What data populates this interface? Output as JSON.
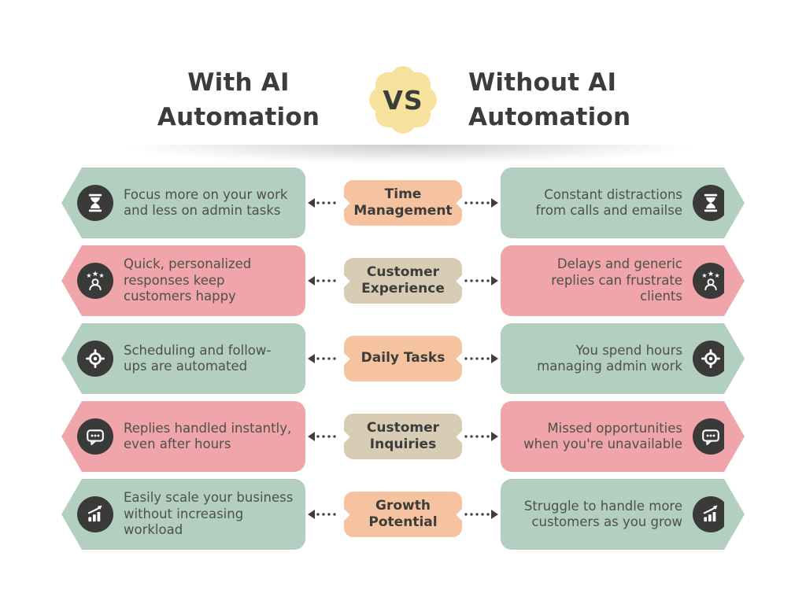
{
  "header": {
    "left_title": "With AI Automation",
    "vs_label": "VS",
    "right_title": "Without AI Automation"
  },
  "colors": {
    "green": "#b2cfc1",
    "pink": "#f0a5aa",
    "peach": "#f6c3a0",
    "taupe": "#d8ccb5",
    "yellow": "#f6e29c",
    "icon_bg": "#3a3a38",
    "heading_text": "#3c3d3b",
    "card_text": "#4e504c",
    "arrow": "#3f3f3d"
  },
  "rows": [
    {
      "category": "Time Management",
      "label_color": "peach",
      "card_color": "green",
      "icon": "hourglass-icon",
      "left_text": "Focus more on your work and less on admin tasks",
      "right_text": "Constant distractions from calls and emailse"
    },
    {
      "category": "Customer Experience",
      "label_color": "taupe",
      "card_color": "pink",
      "icon": "customer-satisfaction-icon",
      "left_text": "Quick, personalized responses keep customers happy",
      "right_text": "Delays and generic replies can frustrate clients"
    },
    {
      "category": "Daily Tasks",
      "label_color": "peach",
      "card_color": "green",
      "icon": "target-icon",
      "left_text": "Scheduling and follow-ups are automated",
      "right_text": "You spend hours managing admin work"
    },
    {
      "category": "Customer Inquiries",
      "label_color": "taupe",
      "card_color": "pink",
      "icon": "chat-bubble-icon",
      "left_text": "Replies handled instantly, even after hours",
      "right_text": "Missed opportunities when you're unavailable"
    },
    {
      "category": "Growth Potential",
      "label_color": "peach",
      "card_color": "green",
      "icon": "growth-chart-icon",
      "left_text": "Easily scale your business without increasing workload",
      "right_text": "Struggle to handle more customers as you grow"
    }
  ]
}
